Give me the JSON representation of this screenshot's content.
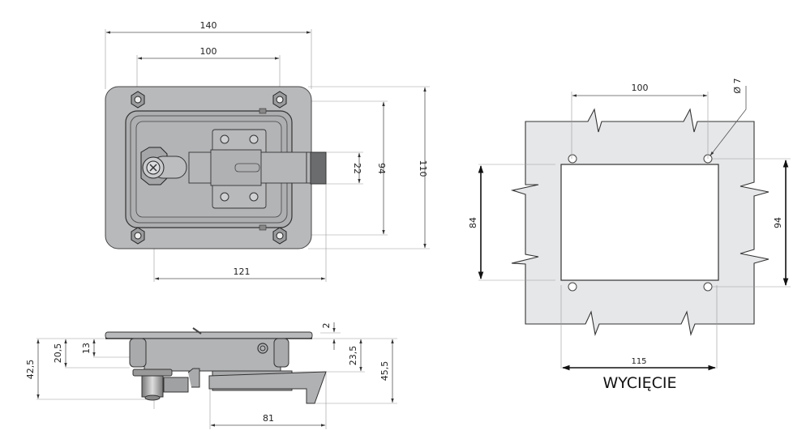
{
  "drawing": {
    "title": "Paddle latch technical drawing",
    "colors": {
      "plate": "#b8b9bb",
      "plate_dark": "#6b6c6e",
      "cutout_panel": "#e6e7e9",
      "line": "#333333"
    },
    "front_view": {
      "dimensions": {
        "overall_width": "140",
        "hole_spacing_x": "100",
        "handle_width": "22",
        "hole_spacing_y": "94",
        "overall_height": "110",
        "body_length": "121"
      }
    },
    "side_view": {
      "dimensions": {
        "plate_thickness": "2",
        "total_depth_left": "42,5",
        "depth_mid": "20,5",
        "depth_top": "13",
        "depth_right": "23,5",
        "total_depth_right": "45,5",
        "handle_length": "81"
      }
    },
    "cutout_view": {
      "caption": "WYCIĘCIE",
      "dimensions": {
        "hole_spacing_x": "100",
        "hole_diameter": "Ø 7",
        "cutout_height": "84",
        "hole_spacing_y": "94",
        "cutout_width": "115"
      }
    }
  }
}
